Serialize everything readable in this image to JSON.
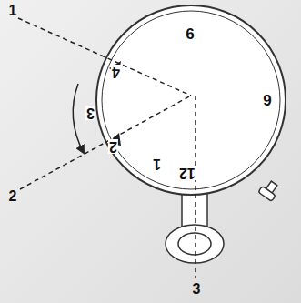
{
  "diagram": {
    "labels": [
      "1",
      "2",
      "3",
      "6",
      "9",
      "4",
      "3",
      "2",
      "1",
      "12"
    ]
  }
}
